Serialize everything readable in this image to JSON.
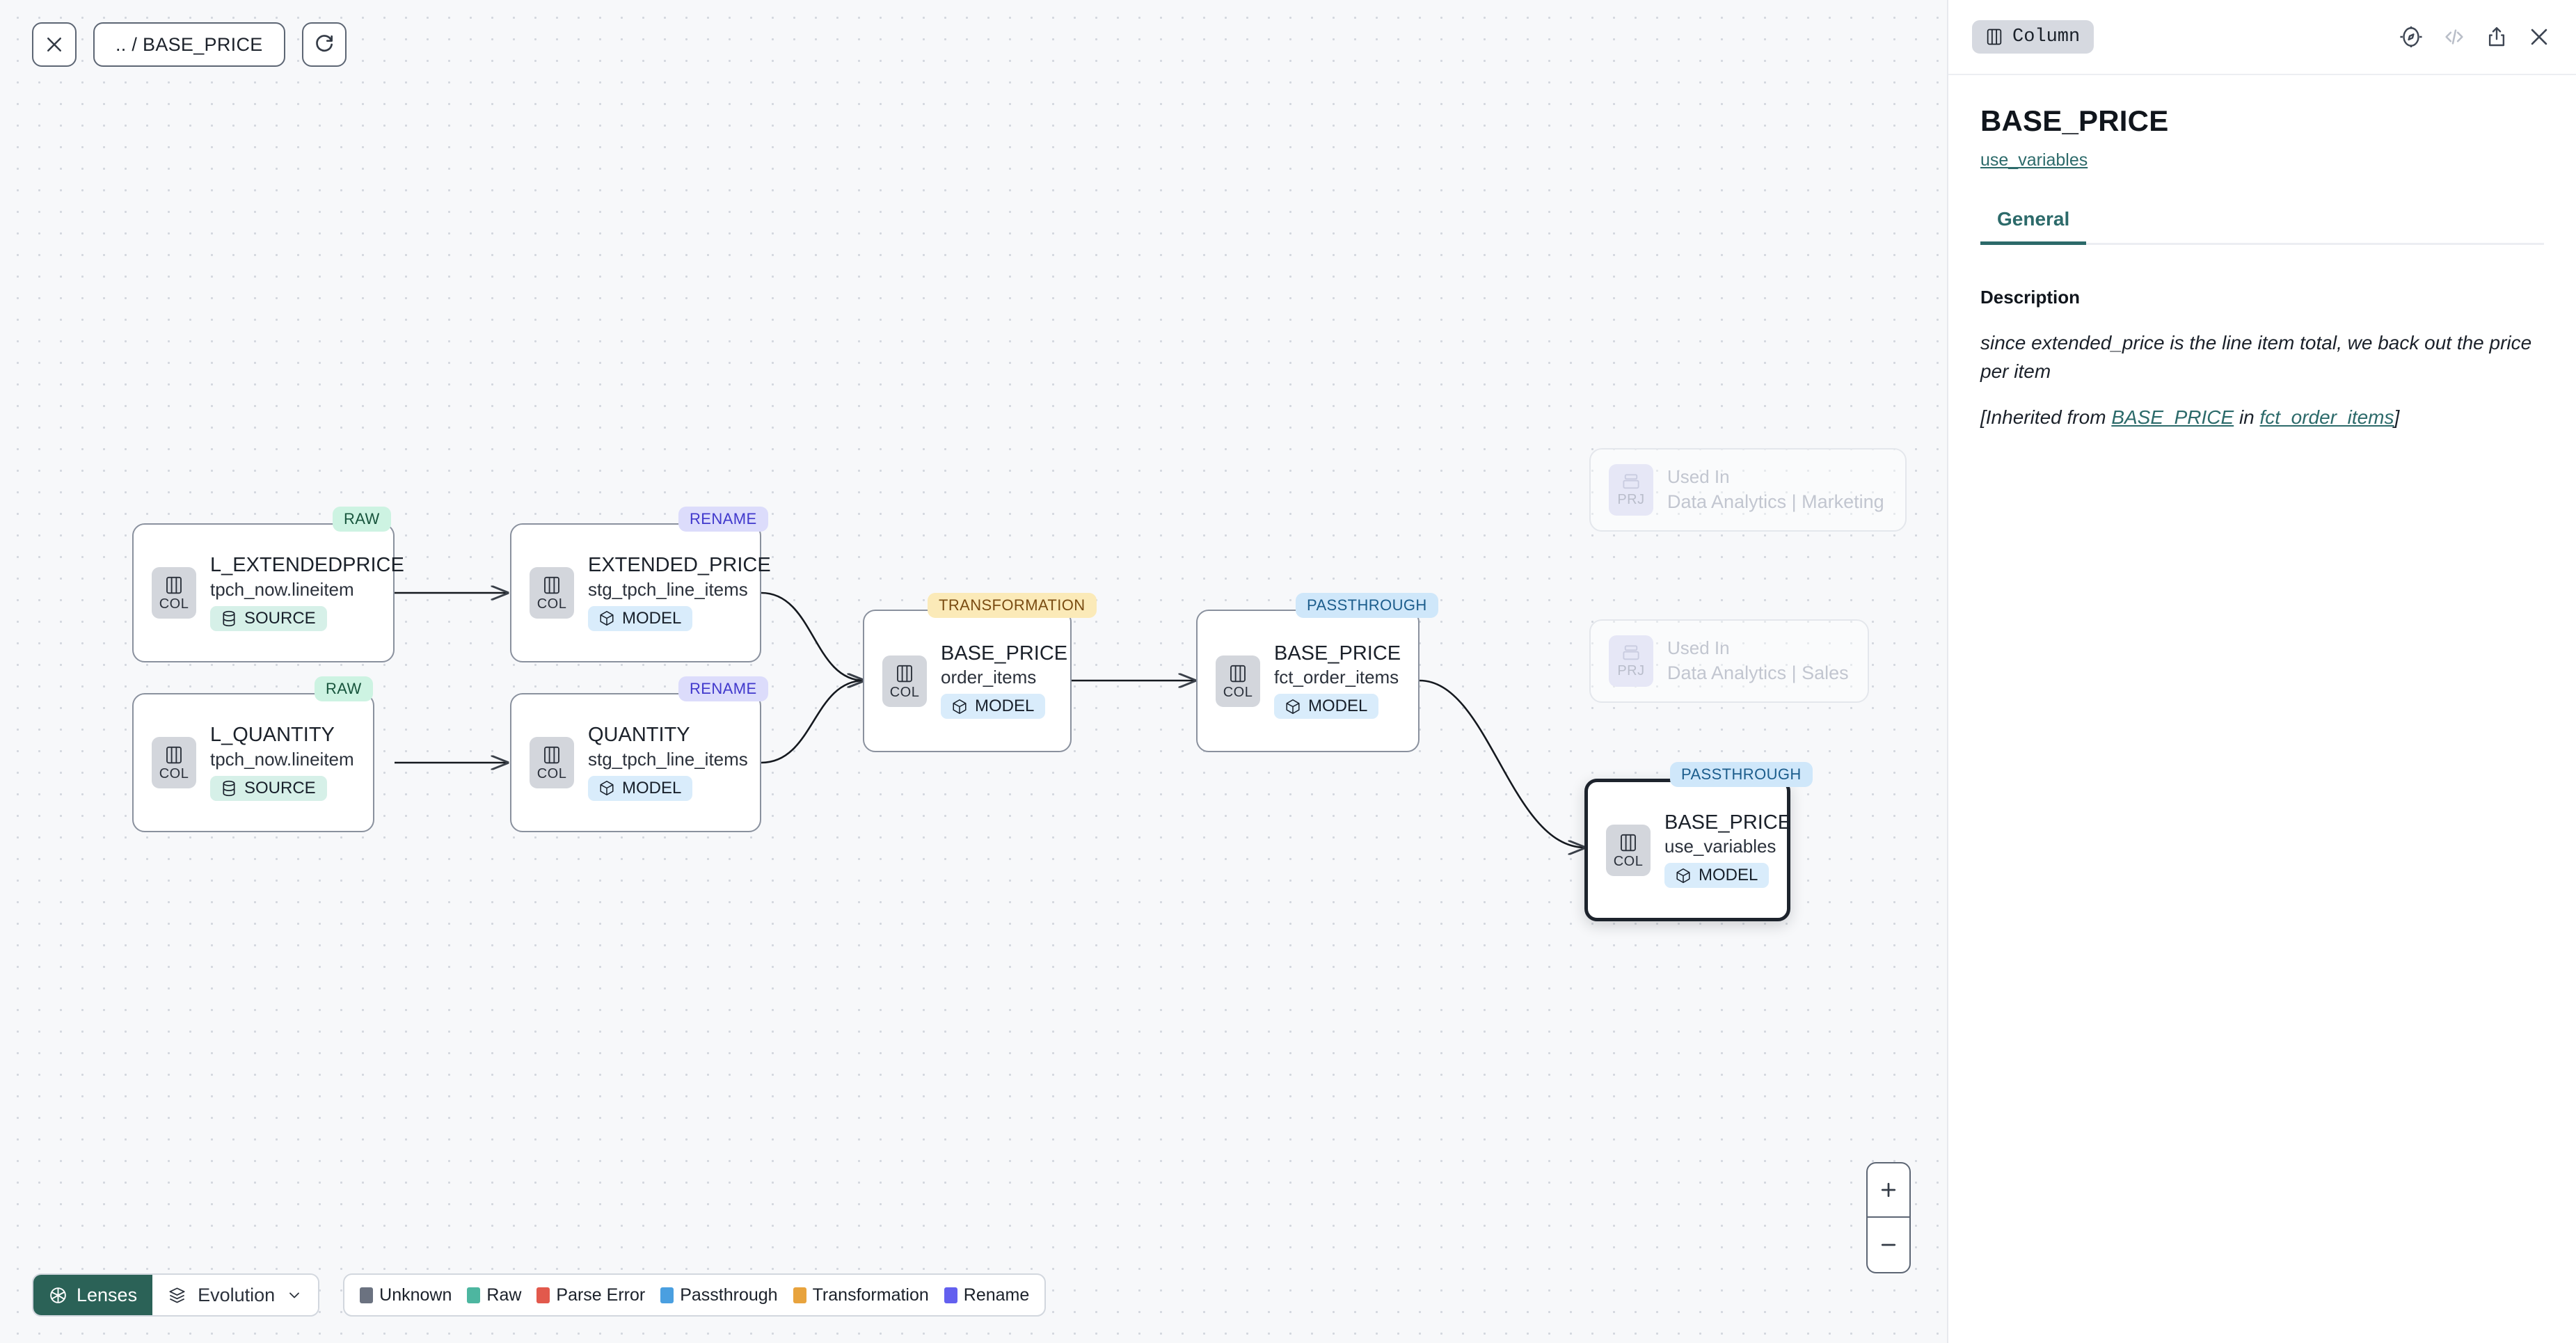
{
  "toolbar": {
    "close_icon": "close-icon",
    "breadcrumb": ".. / BASE_PRICE",
    "refresh_icon": "refresh-icon"
  },
  "graph": {
    "nodes": [
      {
        "id": "l_extendedprice",
        "badge": "RAW",
        "badge_kind": "raw",
        "icon_tag": "COL",
        "title": "L_EXTENDEDPRICE",
        "subtitle": "tpch_now.lineitem",
        "chip": "SOURCE",
        "chip_kind": "source",
        "selected": false
      },
      {
        "id": "l_quantity",
        "badge": "RAW",
        "badge_kind": "raw",
        "icon_tag": "COL",
        "title": "L_QUANTITY",
        "subtitle": "tpch_now.lineitem",
        "chip": "SOURCE",
        "chip_kind": "source",
        "selected": false
      },
      {
        "id": "extended_price",
        "badge": "RENAME",
        "badge_kind": "rename",
        "icon_tag": "COL",
        "title": "EXTENDED_PRICE",
        "subtitle": "stg_tpch_line_items",
        "chip": "MODEL",
        "chip_kind": "model",
        "selected": false
      },
      {
        "id": "quantity",
        "badge": "RENAME",
        "badge_kind": "rename",
        "icon_tag": "COL",
        "title": "QUANTITY",
        "subtitle": "stg_tpch_line_items",
        "chip": "MODEL",
        "chip_kind": "model",
        "selected": false
      },
      {
        "id": "base_price_oi",
        "badge": "TRANSFORMATION",
        "badge_kind": "trans",
        "icon_tag": "COL",
        "title": "BASE_PRICE",
        "subtitle": "order_items",
        "chip": "MODEL",
        "chip_kind": "model",
        "selected": false
      },
      {
        "id": "base_price_fct",
        "badge": "PASSTHROUGH",
        "badge_kind": "pass",
        "icon_tag": "COL",
        "title": "BASE_PRICE",
        "subtitle": "fct_order_items",
        "chip": "MODEL",
        "chip_kind": "model",
        "selected": false
      },
      {
        "id": "base_price_uv",
        "badge": "PASSTHROUGH",
        "badge_kind": "pass",
        "icon_tag": "COL",
        "title": "BASE_PRICE",
        "subtitle": "use_variables",
        "chip": "MODEL",
        "chip_kind": "model",
        "selected": true
      }
    ],
    "ghost_nodes": [
      {
        "id": "used_in_marketing",
        "icon_tag": "PRJ",
        "line1": "Used In",
        "line2": "Data Analytics | Marketing"
      },
      {
        "id": "used_in_sales",
        "icon_tag": "PRJ",
        "line1": "Used In",
        "line2": "Data Analytics | Sales"
      }
    ]
  },
  "bottom": {
    "lenses_label": "Lenses",
    "evolution_label": "Evolution",
    "legend": [
      {
        "label": "Unknown",
        "color": "#6b7280"
      },
      {
        "label": "Raw",
        "color": "#4db6a0"
      },
      {
        "label": "Parse Error",
        "color": "#e2594c"
      },
      {
        "label": "Passthrough",
        "color": "#4a9fe0"
      },
      {
        "label": "Transformation",
        "color": "#e8a33d"
      },
      {
        "label": "Rename",
        "color": "#6360ef"
      }
    ]
  },
  "zoom_controls": {
    "zoom_in": "+",
    "zoom_out": "−"
  },
  "panel": {
    "kind_label": "Column",
    "title": "BASE_PRICE",
    "model_link": "use_variables",
    "tabs": [
      {
        "label": "General",
        "active": true
      }
    ],
    "description_heading": "Description",
    "description_text": "since extended_price is the line item total, we back out the price per item",
    "inherited_prefix": "[Inherited from ",
    "inherited_column": "BASE_PRICE",
    "inherited_middle": " in ",
    "inherited_model": "fct_order_items",
    "inherited_suffix": "]"
  },
  "colors": {
    "accent_teal": "#2c6a6a",
    "lenses_green": "#2b6257",
    "canvas_bg": "#f7f8fa"
  }
}
